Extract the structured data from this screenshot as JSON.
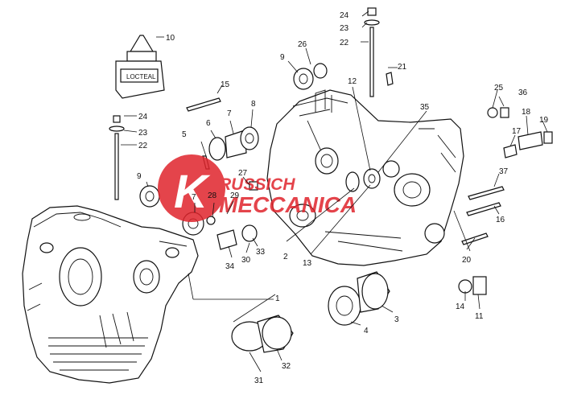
{
  "diagram": {
    "tube_label": "LOCTEAL",
    "watermark": {
      "line1": "RUSSICH",
      "line2": "MECCANICA",
      "letter": "K",
      "color": "#e0242c"
    },
    "callouts": [
      {
        "id": "c1",
        "text": "1"
      },
      {
        "id": "c2",
        "text": "2"
      },
      {
        "id": "c3",
        "text": "3"
      },
      {
        "id": "c4",
        "text": "4"
      },
      {
        "id": "c5",
        "text": "5"
      },
      {
        "id": "c6",
        "text": "6"
      },
      {
        "id": "c7a",
        "text": "7"
      },
      {
        "id": "c7b",
        "text": "7"
      },
      {
        "id": "c8",
        "text": "8"
      },
      {
        "id": "c9a",
        "text": "9"
      },
      {
        "id": "c9b",
        "text": "9"
      },
      {
        "id": "c10",
        "text": "10"
      },
      {
        "id": "c11",
        "text": "11"
      },
      {
        "id": "c12",
        "text": "12"
      },
      {
        "id": "c13",
        "text": "13"
      },
      {
        "id": "c14",
        "text": "14"
      },
      {
        "id": "c15",
        "text": "15"
      },
      {
        "id": "c16",
        "text": "16"
      },
      {
        "id": "c17",
        "text": "17"
      },
      {
        "id": "c18",
        "text": "18"
      },
      {
        "id": "c19",
        "text": "19"
      },
      {
        "id": "c20",
        "text": "20"
      },
      {
        "id": "c21",
        "text": "21"
      },
      {
        "id": "c22a",
        "text": "22"
      },
      {
        "id": "c22b",
        "text": "22"
      },
      {
        "id": "c23a",
        "text": "23"
      },
      {
        "id": "c23b",
        "text": "23"
      },
      {
        "id": "c24a",
        "text": "24"
      },
      {
        "id": "c24b",
        "text": "24"
      },
      {
        "id": "c25",
        "text": "25"
      },
      {
        "id": "c26",
        "text": "26"
      },
      {
        "id": "c27",
        "text": "27"
      },
      {
        "id": "c28",
        "text": "28"
      },
      {
        "id": "c29",
        "text": "29"
      },
      {
        "id": "c30",
        "text": "30"
      },
      {
        "id": "c31",
        "text": "31"
      },
      {
        "id": "c32",
        "text": "32"
      },
      {
        "id": "c33",
        "text": "33"
      },
      {
        "id": "c34",
        "text": "34"
      },
      {
        "id": "c35",
        "text": "35"
      },
      {
        "id": "c36",
        "text": "36"
      },
      {
        "id": "c37",
        "text": "37"
      }
    ]
  }
}
